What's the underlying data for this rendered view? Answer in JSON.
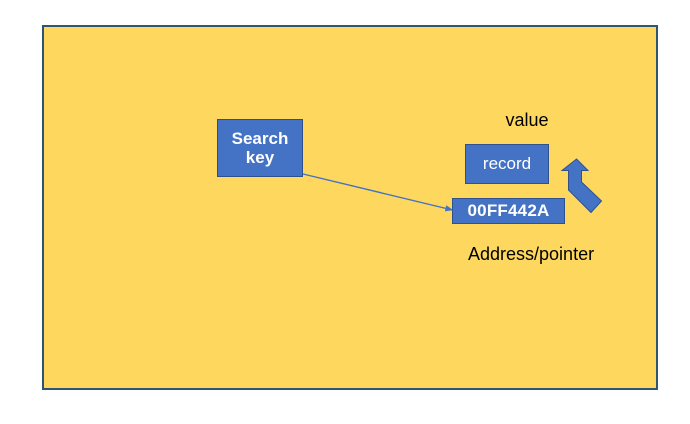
{
  "canvas": {
    "background_color": "#FDD75E",
    "border_color": "#2F5571"
  },
  "theme": {
    "node_fill": "#4472C4",
    "node_border": "#2F528F",
    "node_text": "#FFFFFF",
    "caption_text": "#000000",
    "connector_color": "#4472C4",
    "arrow_fill": "#4472C4",
    "arrow_border": "#2F528F"
  },
  "diagram": {
    "nodes": {
      "search_key": {
        "label": "Search\nkey"
      },
      "record": {
        "label": "record"
      },
      "address": {
        "label": "00FF442A"
      }
    },
    "captions": {
      "value": "value",
      "address_pointer": "Address/pointer"
    },
    "connectors": [
      {
        "name": "search-key-to-address",
        "from": "search_key",
        "to": "address",
        "style": "straight-arrow"
      },
      {
        "name": "address-to-record",
        "from": "address",
        "to": "record",
        "style": "bent-arrow"
      }
    ]
  }
}
